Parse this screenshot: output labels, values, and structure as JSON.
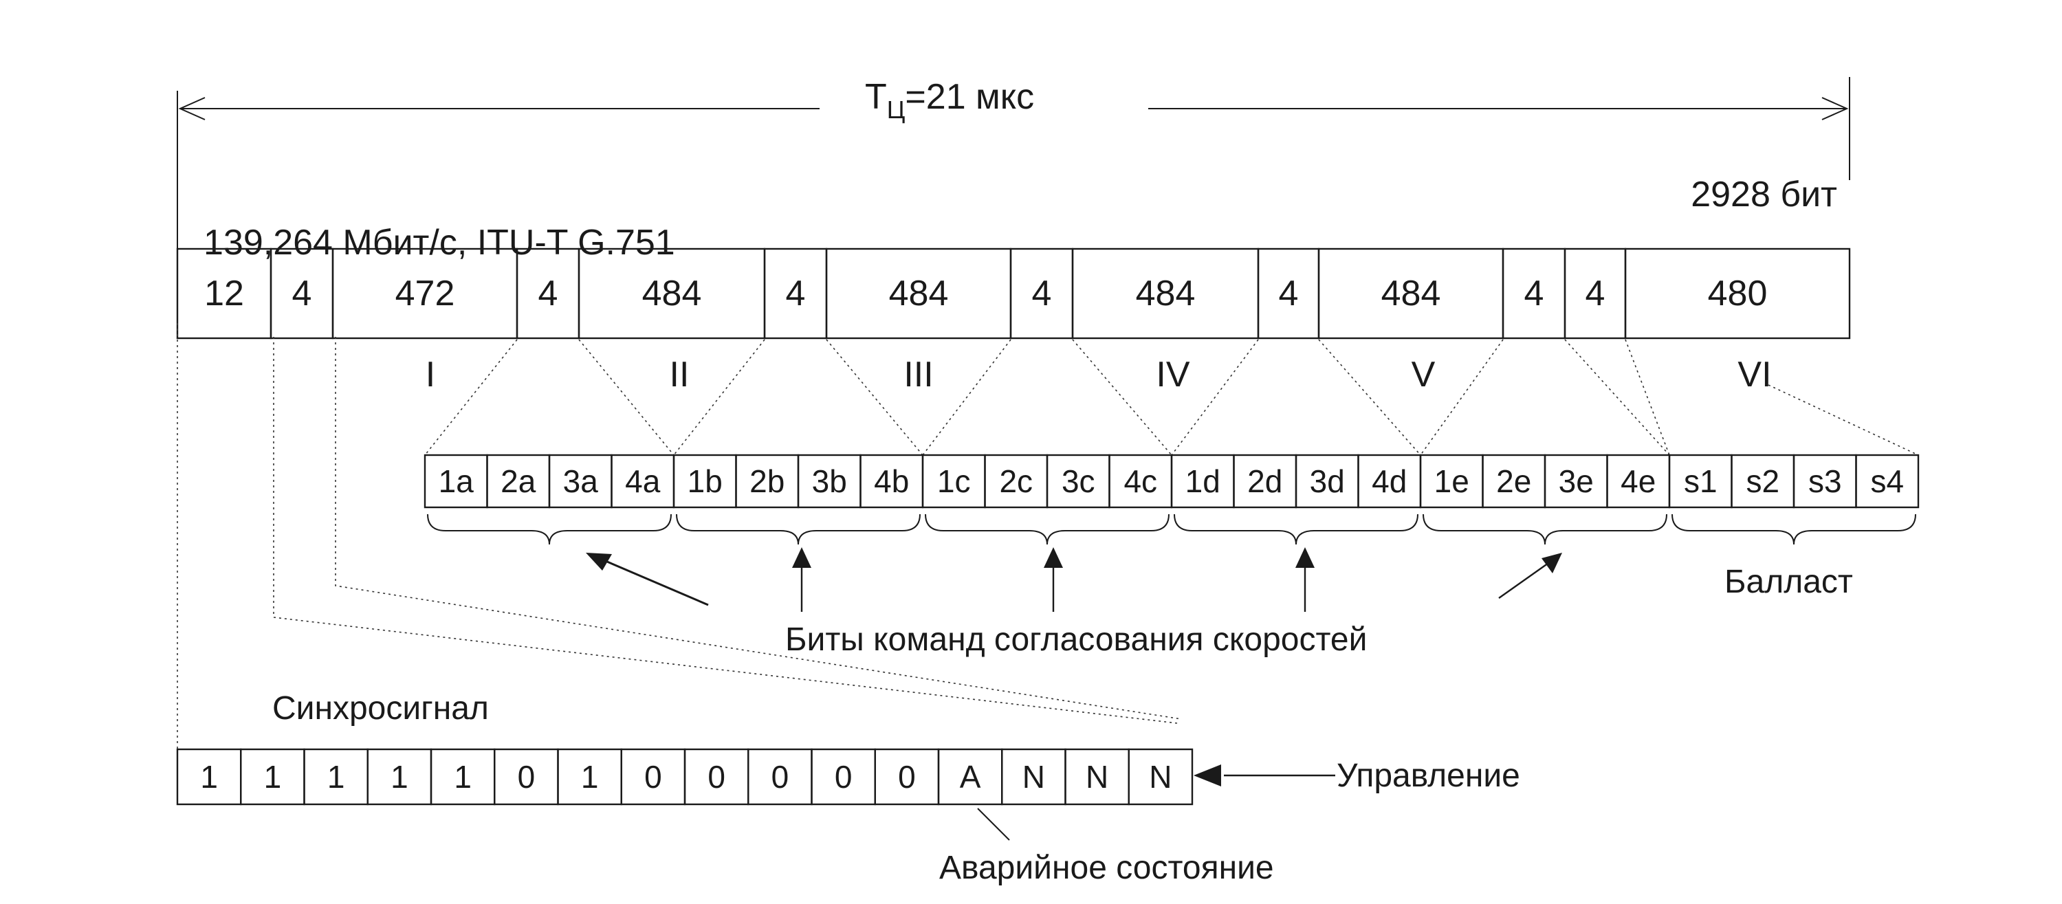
{
  "diagram": {
    "period_label": "T",
    "period_subscript": "Ц",
    "period_value": "=21 мкс",
    "bits_label": "2928 бит",
    "rate_label": "139,264 Мбит/с,   ITU-T G.751",
    "frame_cells": [
      "12",
      "4",
      "472",
      "4",
      "484",
      "4",
      "484",
      "4",
      "484",
      "4",
      "484",
      "4",
      "4",
      "480"
    ],
    "groups": [
      "I",
      "II",
      "III",
      "IV",
      "V",
      "VI"
    ],
    "bit_cells": [
      "1a",
      "2a",
      "3a",
      "4a",
      "1b",
      "2b",
      "3b",
      "4b",
      "1c",
      "2c",
      "3c",
      "4c",
      "1d",
      "2d",
      "3d",
      "4d",
      "1e",
      "2e",
      "3e",
      "4e",
      "s1",
      "s2",
      "s3",
      "s4"
    ],
    "ballast_label": "Балласт",
    "justification_label": "Биты команд согласования скоростей",
    "sync_label": "Синхросигнал",
    "sync_cells": [
      "1",
      "1",
      "1",
      "1",
      "1",
      "0",
      "1",
      "0",
      "0",
      "0",
      "0",
      "0",
      "A",
      "N",
      "N",
      "N"
    ],
    "control_label": "Управление",
    "alarm_label": "Аварийное состояние"
  }
}
